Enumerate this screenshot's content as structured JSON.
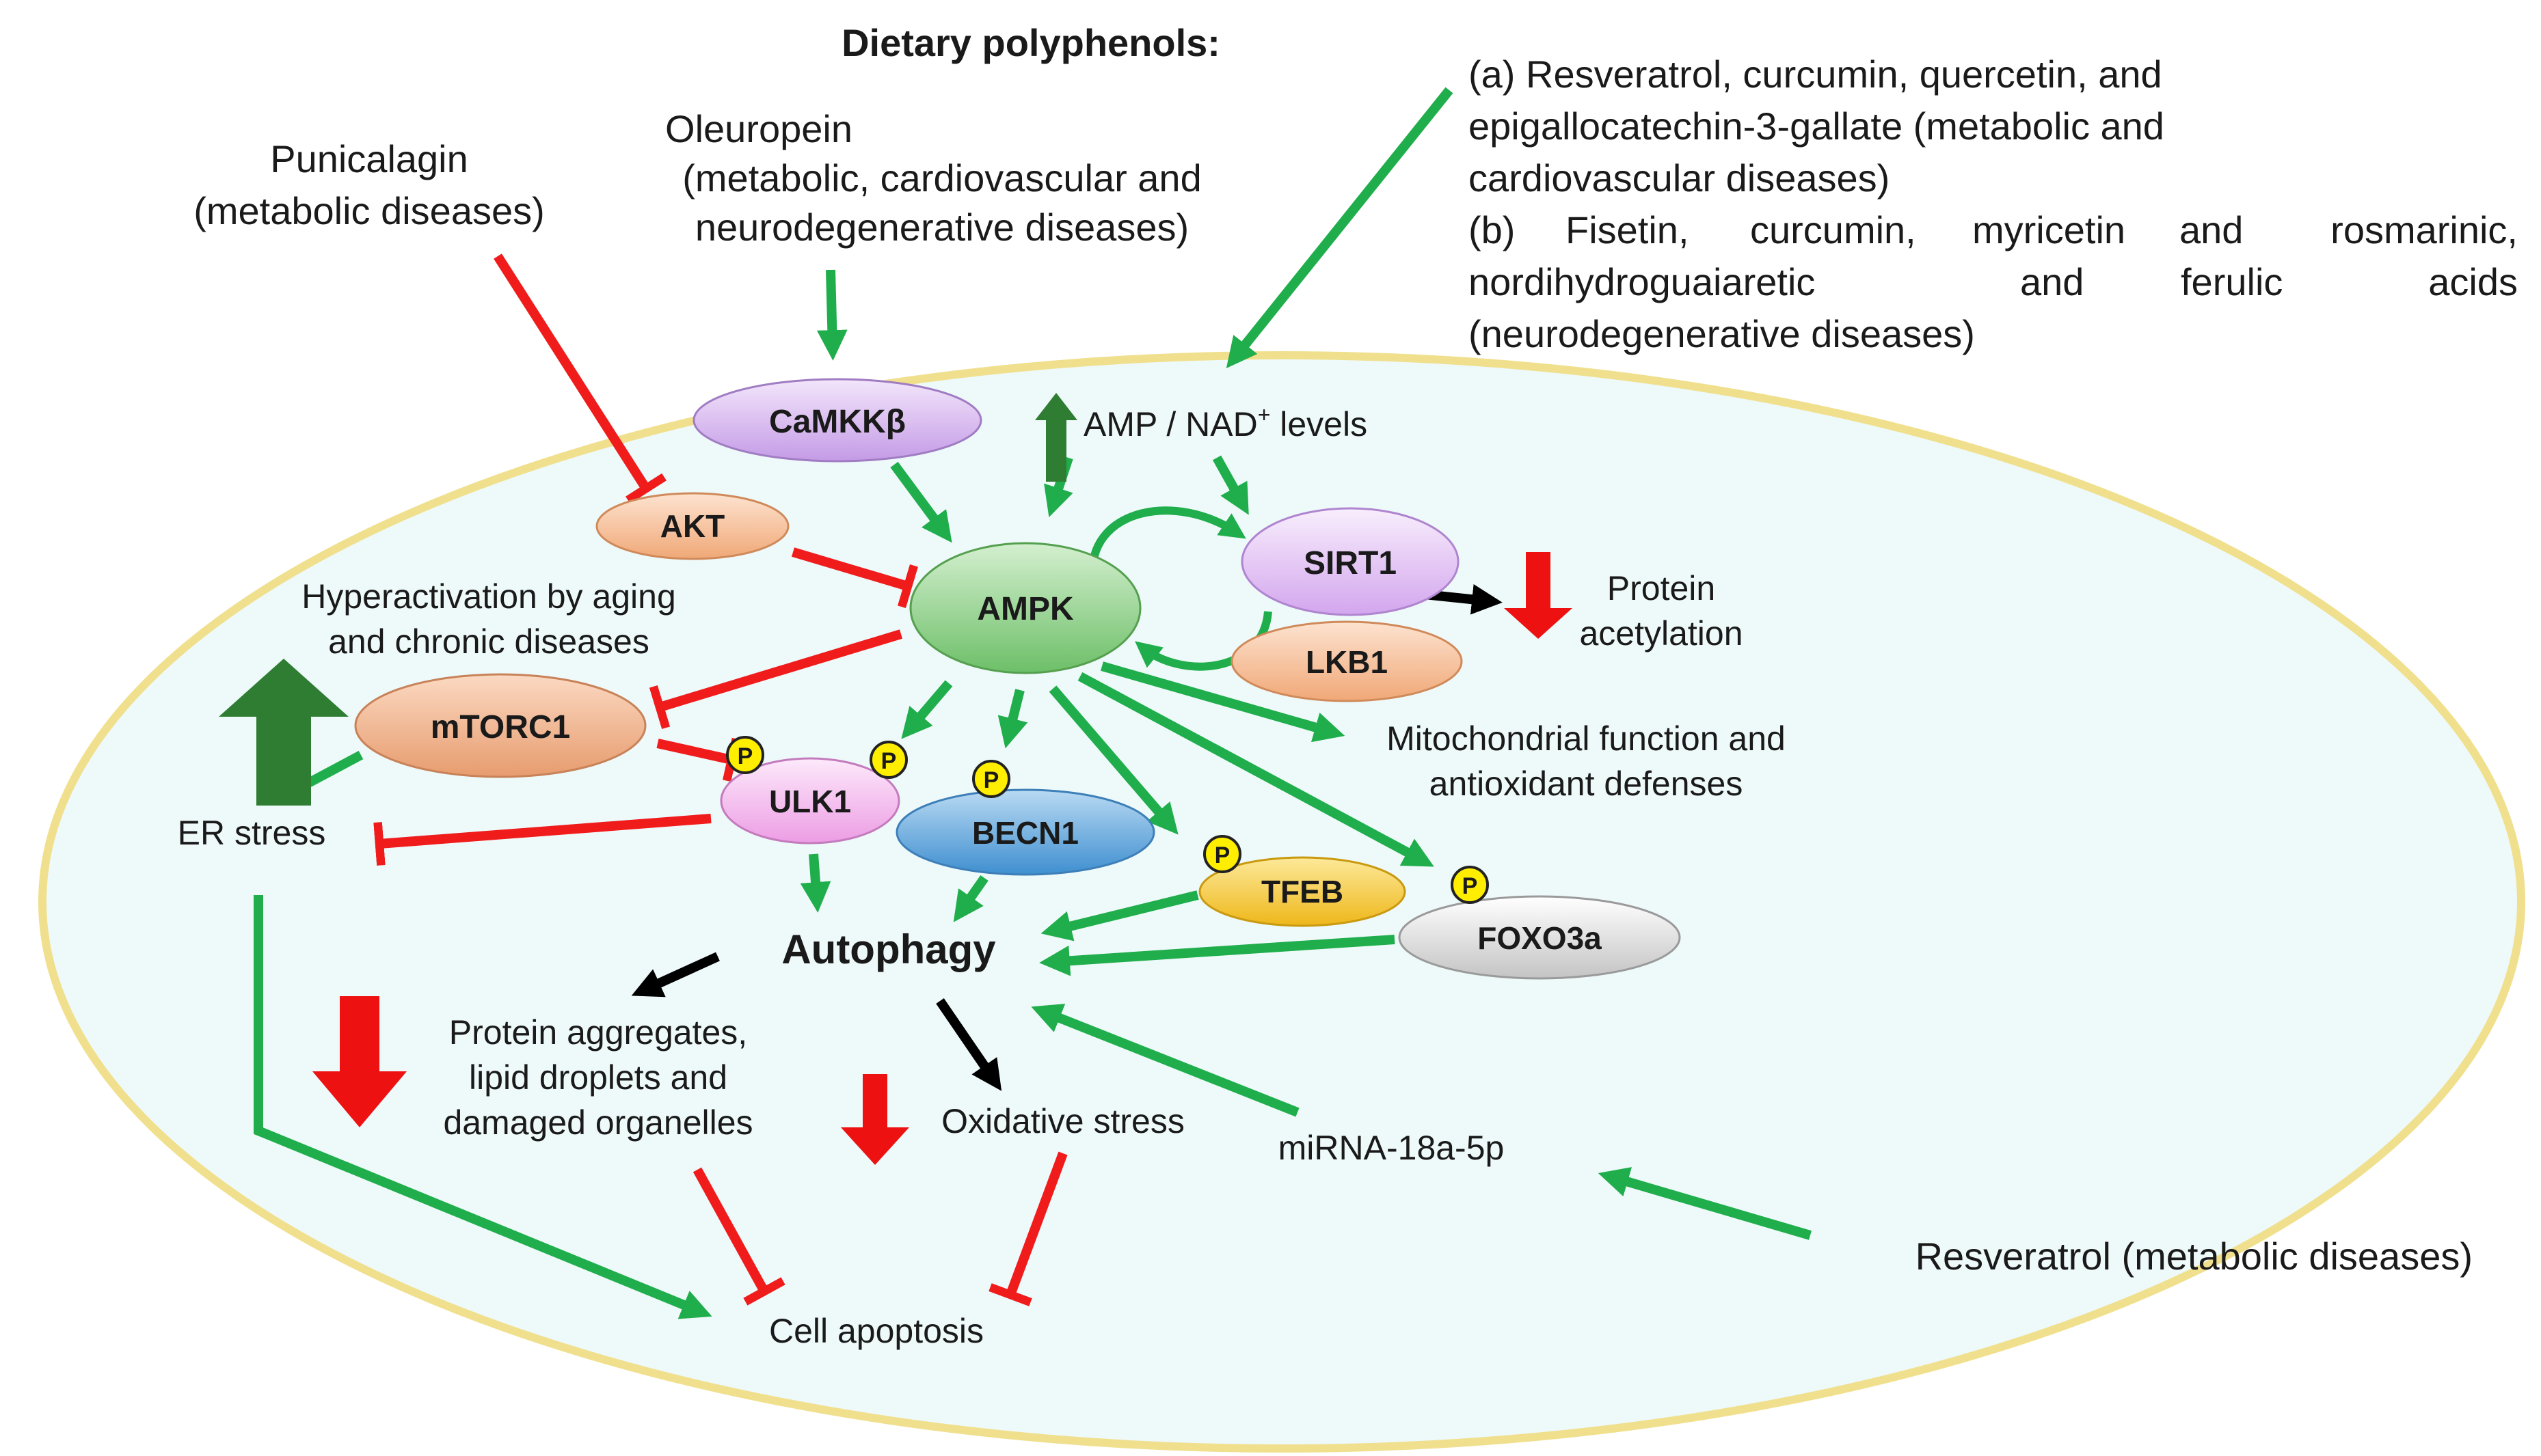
{
  "header": {
    "title": "Dietary polyphenols:"
  },
  "external": {
    "punicalagin": [
      "Punicalagin",
      "(metabolic diseases)"
    ],
    "oleuropein": [
      "Oleuropein",
      "(metabolic, cardiovascular and",
      "neurodegenerative diseases)"
    ],
    "group_a": [
      "(a) Resveratrol, curcumin, quercetin, and",
      "epigallocatechin-3-gallate (metabolic and",
      "cardiovascular diseases)"
    ],
    "group_b": [
      "(b)",
      "Fisetin,",
      "curcumin,",
      "myricetin",
      "and",
      "rosmarinic,",
      "nordihydroguaiaretic",
      "and",
      "ferulic",
      "acids",
      "(neurodegenerative diseases)"
    ],
    "resveratrol": "Resveratrol (metabolic diseases)"
  },
  "nodes": {
    "camkkb": "CaMKKβ",
    "akt": "AKT",
    "ampk": "AMPK",
    "sirt1": "SIRT1",
    "lkb1": "LKB1",
    "mtorc1": "mTORC1",
    "ulk1": "ULK1",
    "becn1": "BECN1",
    "tfeb": "TFEB",
    "foxo3a": "FOXO3a",
    "phospho": "P"
  },
  "labels": {
    "amp_nad_a": "AMP / NAD",
    "amp_nad_sup": "+",
    "amp_nad_b": " levels",
    "protein_acetylation": [
      "Protein",
      "acetylation"
    ],
    "hyperactivation": [
      "Hyperactivation by aging",
      "and chronic diseases"
    ],
    "mito": [
      "Mitochondrial function and",
      "antioxidant defenses"
    ],
    "er_stress": "ER stress",
    "autophagy": "Autophagy",
    "aggregates": [
      "Protein aggregates,",
      "lipid droplets and",
      "damaged organelles"
    ],
    "oxidative": "Oxidative stress",
    "mirna": "miRNA-18a-5p",
    "apoptosis": "Cell apoptosis"
  },
  "colors": {
    "activation": "#1fae4b",
    "inhibition": "#f01c1c",
    "outcome": "#000000",
    "cell_fill": "#eef9fa",
    "cell_border": "#f0e08e",
    "up_arrow": "#2e7d32",
    "down_arrow": "#ee1111",
    "camkkb": "#d6b5f0",
    "akt": "#f7bf98",
    "ampk": "#8fd18a",
    "sirt1": "#e2c3f2",
    "lkb1": "#f7bf98",
    "mtorc1": "#f2b48c",
    "ulk1": "#f4bbef",
    "becn1": "#6fb0e2",
    "tfeb": "#f7cf3a",
    "foxo3a": "#e2e2e2",
    "phospho": "#ffee00"
  }
}
